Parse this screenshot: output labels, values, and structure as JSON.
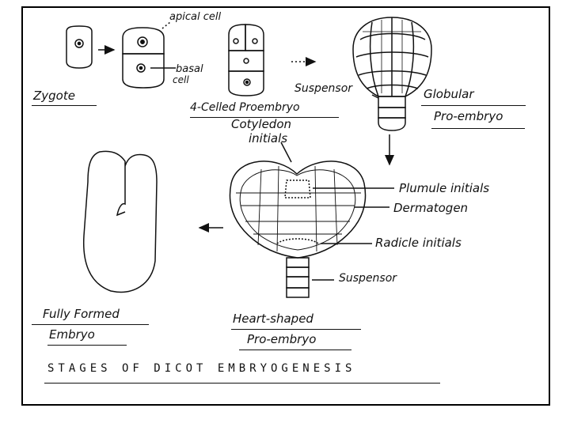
{
  "labels": {
    "apical_cell": "apical cell",
    "basal_cell_1": "basal",
    "basal_cell_2": "cell",
    "zygote": "Zygote",
    "four_celled_proembryo": "4-Celled Proembryo",
    "suspensor_top": "Suspensor",
    "globular_1": "Globular",
    "globular_2": "Pro-embryo",
    "cotyledon_1": "Cotyledon",
    "cotyledon_2": "initials",
    "plumule_initials": "Plumule initials",
    "dermatogen": "Dermatogen",
    "radicle_initials": "Radicle initials",
    "suspensor_bottom": "Suspensor",
    "fully_formed_1": "Fully Formed",
    "fully_formed_2": "Embryo",
    "heart_shaped_1": "Heart-shaped",
    "heart_shaped_2": "Pro-embryo",
    "title": "STAGES OF DICOT EMBRYOGENESIS"
  },
  "colors": {
    "ink": "#111111",
    "background": "#ffffff"
  }
}
